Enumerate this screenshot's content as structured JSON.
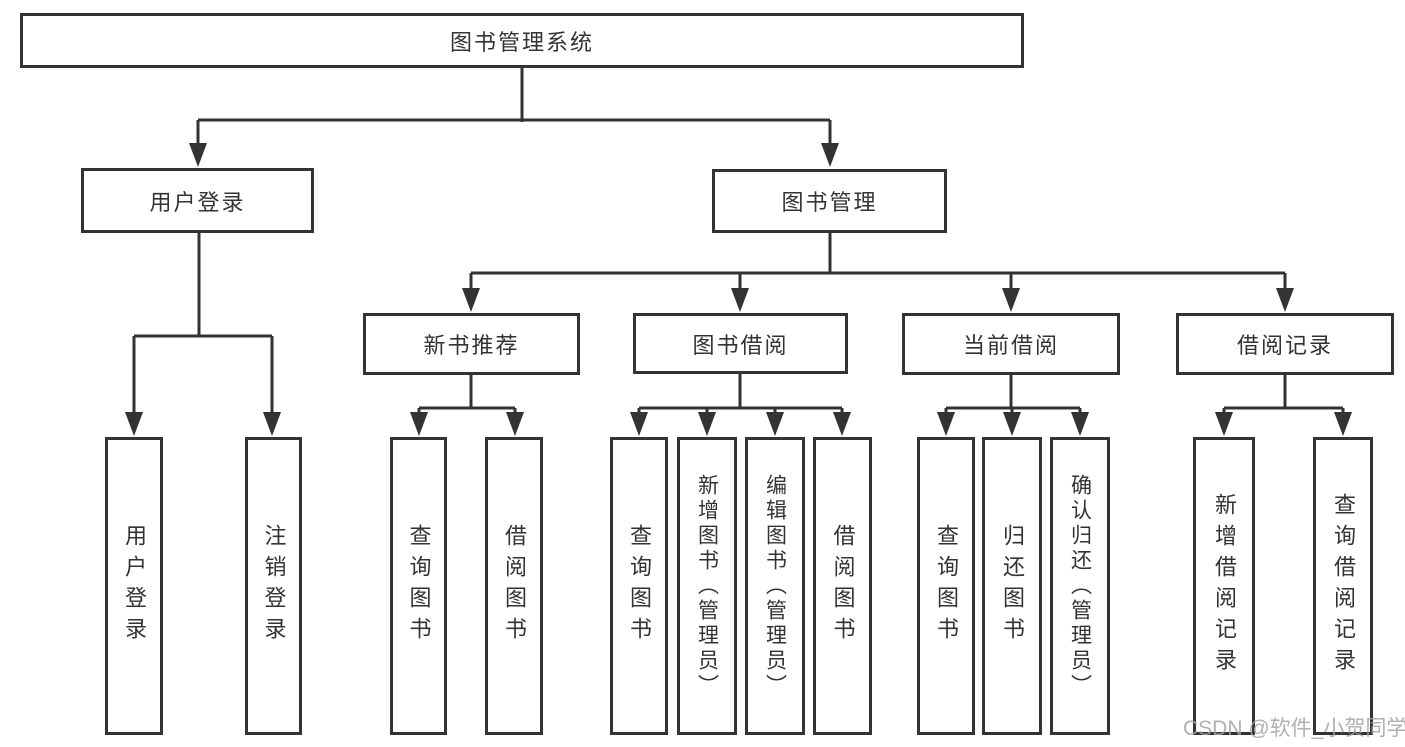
{
  "diagram": {
    "title": "图书管理系统",
    "root": {
      "label": "图书管理系统"
    },
    "branches": [
      {
        "label": "用户登录",
        "children": [
          {
            "label": "用户登录"
          },
          {
            "label": "注销登录"
          }
        ]
      },
      {
        "label": "图书管理",
        "children": [
          {
            "label": "新书推荐",
            "children": [
              {
                "label": "查询图书"
              },
              {
                "label": "借阅图书"
              }
            ]
          },
          {
            "label": "图书借阅",
            "children": [
              {
                "label": "查询图书"
              },
              {
                "label": "新增图书（管理员）"
              },
              {
                "label": "编辑图书（管理员）"
              },
              {
                "label": "借阅图书"
              }
            ]
          },
          {
            "label": "当前借阅",
            "children": [
              {
                "label": "查询图书"
              },
              {
                "label": "归还图书"
              },
              {
                "label": "确认归还（管理员）"
              }
            ]
          },
          {
            "label": "借阅记录",
            "children": [
              {
                "label": "新增借阅记录"
              },
              {
                "label": "查询借阅记录"
              }
            ]
          }
        ]
      }
    ]
  },
  "watermark": {
    "text": "CSDN @软件_小贺同学"
  },
  "colors": {
    "line": "#333333",
    "text": "#333333",
    "background": "#ffffff",
    "watermark": "#a3a3a3"
  }
}
